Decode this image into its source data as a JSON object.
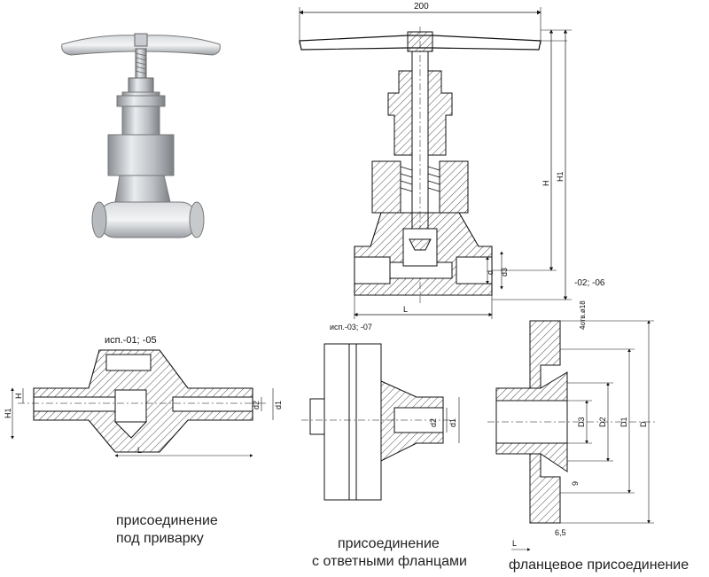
{
  "dimensions": {
    "top_width": "200",
    "H": "H",
    "H1": "H1",
    "d": "d",
    "d3": "d3",
    "L": "L"
  },
  "weld_view": {
    "variant": "исп.-01; -05",
    "H": "H",
    "H1": "H1",
    "d2": "d2",
    "d1": "d1",
    "L": "L",
    "caption_line1": "присоединение",
    "caption_line2": "под приварку"
  },
  "counter_flange_view": {
    "variant": "исп.-03; -07",
    "d2": "d2",
    "d1": "d1",
    "caption_line1": "присоединение",
    "caption_line2": "с ответными фланцами"
  },
  "flange_view": {
    "variant": "-02; -06",
    "holes": "4отв.ø18",
    "D3": "D3",
    "D2": "D2",
    "D1": "D1",
    "D": "D",
    "nine": "9",
    "L": "L",
    "six_five": "6,5",
    "caption": "фланцевое присоединение"
  }
}
